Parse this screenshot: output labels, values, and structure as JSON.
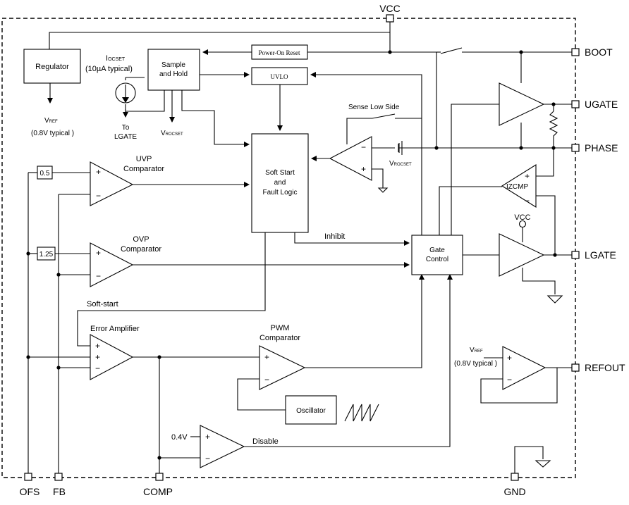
{
  "pins": {
    "vcc": "VCC",
    "boot": "BOOT",
    "ugate": "UGATE",
    "phase": "PHASE",
    "lgate": "LGATE",
    "refout": "REFOUT",
    "ofs": "OFS",
    "fb": "FB",
    "comp": "COMP",
    "gnd": "GND"
  },
  "blocks": {
    "regulator": "Regulator",
    "sample_hold_1": "Sample",
    "sample_hold_2": "and Hold",
    "power_on_reset": "Power-On Reset",
    "uvlo": "UVLO",
    "soft_start_1": "Soft Start",
    "soft_start_2": "and",
    "soft_start_3": "Fault Logic",
    "gate_control_1": "Gate",
    "gate_control_2": "Control",
    "oscillator": "Oscillator"
  },
  "labels": {
    "iocset_main": "I",
    "iocset_sub": "OCSET",
    "iocset_typical": "(10µA typical)",
    "to_lgate_1": "To",
    "to_lgate_2": "LGATE",
    "vref_main": "V",
    "vref_sub": "REF",
    "vref_typical": "(0.8V typical )",
    "vrocset_main": "V",
    "vrocset_sub": "ROCSET",
    "vrocset2_main": "V",
    "vrocset2_sub": "ROCSET",
    "sense_low_side": "Sense Low Side",
    "uvp_1": "UVP",
    "uvp_2": "Comparator",
    "ovp_1": "OVP",
    "ovp_2": "Comparator",
    "ref_05": "0.5",
    "ref_125": "1.25",
    "inhibit": "Inhibit",
    "soft_start_line": "Soft-start",
    "error_amplifier": "Error Amplifier",
    "pwm_1": "PWM",
    "pwm_2": "Comparator",
    "izcmp": "IZCMP",
    "vcc_lgate": "VCC",
    "refout_vref_main": "V",
    "refout_vref_sub": "REF",
    "refout_typical": "(0.8V typical )",
    "v04": "0.4V",
    "disable": "Disable",
    "plus": "+",
    "minus": "−"
  }
}
